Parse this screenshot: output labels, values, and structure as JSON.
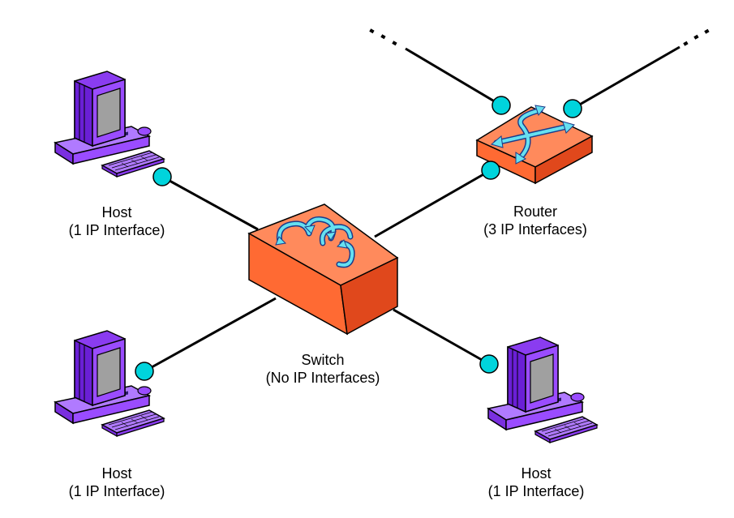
{
  "colors": {
    "background": "#ffffff",
    "line": "#000000",
    "interface_dot": "#00d4dc",
    "device_orange": "#ff6a33",
    "device_orange_light": "#ff8a5c",
    "device_orange_dark": "#e0481c",
    "arrow_cyan": "#66e0f0",
    "computer_purple": "#9a4cff",
    "computer_purple_dark": "#6a1fd6",
    "screen_gray": "#a0a0a0"
  },
  "nodes": {
    "host_top_left": {
      "title": "Host",
      "subtitle": "(1 IP Interface)",
      "icon": "computer-icon"
    },
    "host_bottom_left": {
      "title": "Host",
      "subtitle": "(1 IP Interface)",
      "icon": "computer-icon"
    },
    "host_bottom_right": {
      "title": "Host",
      "subtitle": "(1 IP Interface)",
      "icon": "computer-icon"
    },
    "router": {
      "title": "Router",
      "subtitle": "(3 IP Interfaces)",
      "icon": "router-icon"
    },
    "switch": {
      "title": "Switch",
      "subtitle": "(No IP Interfaces)",
      "icon": "switch-icon"
    }
  },
  "edges": [
    {
      "from": "host_top_left",
      "to": "switch"
    },
    {
      "from": "host_bottom_left",
      "to": "switch"
    },
    {
      "from": "host_bottom_right",
      "to": "switch"
    },
    {
      "from": "router",
      "to": "switch"
    },
    {
      "from": "router",
      "to": "offscreen-left"
    },
    {
      "from": "router",
      "to": "offscreen-right"
    }
  ]
}
